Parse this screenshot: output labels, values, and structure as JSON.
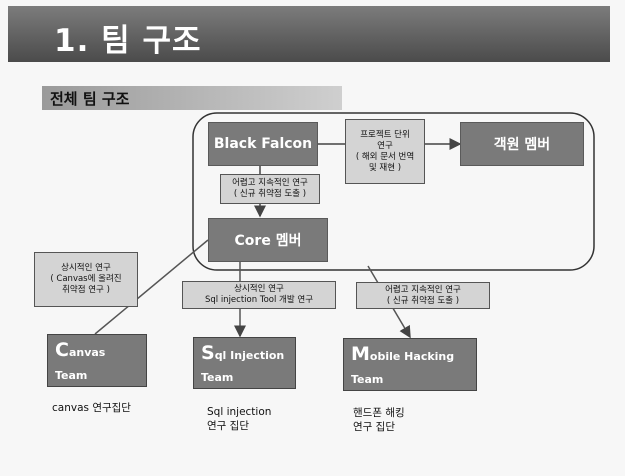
{
  "slide_title": "1. 팀 구조",
  "section_title": "전체 팀 구조",
  "nodes": {
    "black_falcon": "Black Falcon",
    "core_member": "Core 멤버",
    "guest_member": "객원 멤버"
  },
  "notes": {
    "project_research": "프로젝트 단위\n연구\n( 해외 문서 번역\n및 재현 )",
    "hard_research_top": "어렵고 지속적인 연구\n( 신규 취약점 도출 )",
    "canvas_research": "상시적인 연구\n( Canvas에 올려진\n취약점 연구 )",
    "sql_research": "상시적인 연구\nSql injection Tool 개발 연구",
    "hard_research_bottom": "어렵고 지속적인 연구\n( 신규 취약점 도출 )"
  },
  "teams": [
    {
      "initial": "C",
      "rest": "anvas",
      "team_label": "Team",
      "caption": "canvas 연구집단"
    },
    {
      "initial": "S",
      "rest": "ql Injection",
      "team_label": "Team",
      "caption": "Sql injection\n연구 집단"
    },
    {
      "initial": "M",
      "rest": "obile Hacking",
      "team_label": "Team",
      "caption": "핸드폰 해킹\n연구 집단"
    }
  ]
}
